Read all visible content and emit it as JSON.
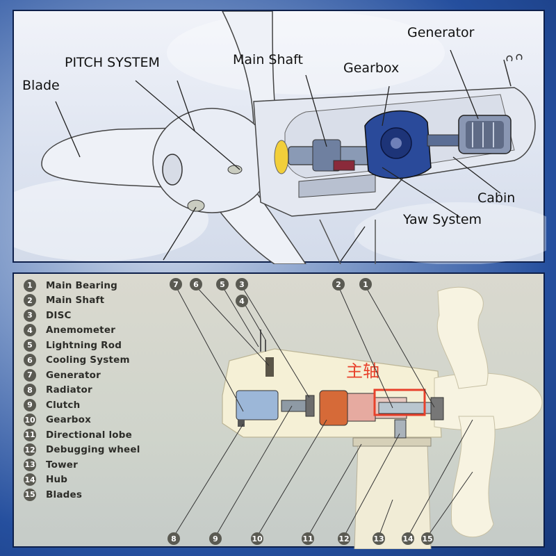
{
  "top_diagram": {
    "labels": {
      "blade": "Blade",
      "pitch_system": "PITCH SYSTEM",
      "main_shaft": "Main Shaft",
      "gearbox": "Gearbox",
      "generator": "Generator",
      "cabin": "Cabin",
      "yaw_system": "Yaw System"
    }
  },
  "bottom_diagram": {
    "legend": [
      {
        "num": "1",
        "label": "Main Bearing"
      },
      {
        "num": "2",
        "label": "Main Shaft"
      },
      {
        "num": "3",
        "label": "DISC"
      },
      {
        "num": "4",
        "label": "Anemometer"
      },
      {
        "num": "5",
        "label": "Lightning Rod"
      },
      {
        "num": "6",
        "label": "Cooling System"
      },
      {
        "num": "7",
        "label": "Generator"
      },
      {
        "num": "8",
        "label": "Radiator"
      },
      {
        "num": "9",
        "label": "Clutch"
      },
      {
        "num": "10",
        "label": "Gearbox"
      },
      {
        "num": "11",
        "label": "Directional lobe"
      },
      {
        "num": "12",
        "label": "Debugging wheel"
      },
      {
        "num": "13",
        "label": "Tower"
      },
      {
        "num": "14",
        "label": "Hub"
      },
      {
        "num": "15",
        "label": "Blades"
      }
    ],
    "top_badges": [
      "7",
      "6",
      "5",
      "3",
      "4",
      "2",
      "1"
    ],
    "bottom_badges": [
      "8",
      "9",
      "10",
      "11",
      "12",
      "13",
      "14",
      "15"
    ],
    "highlight_label": "主轴",
    "highlight_color": "#e8412b"
  }
}
